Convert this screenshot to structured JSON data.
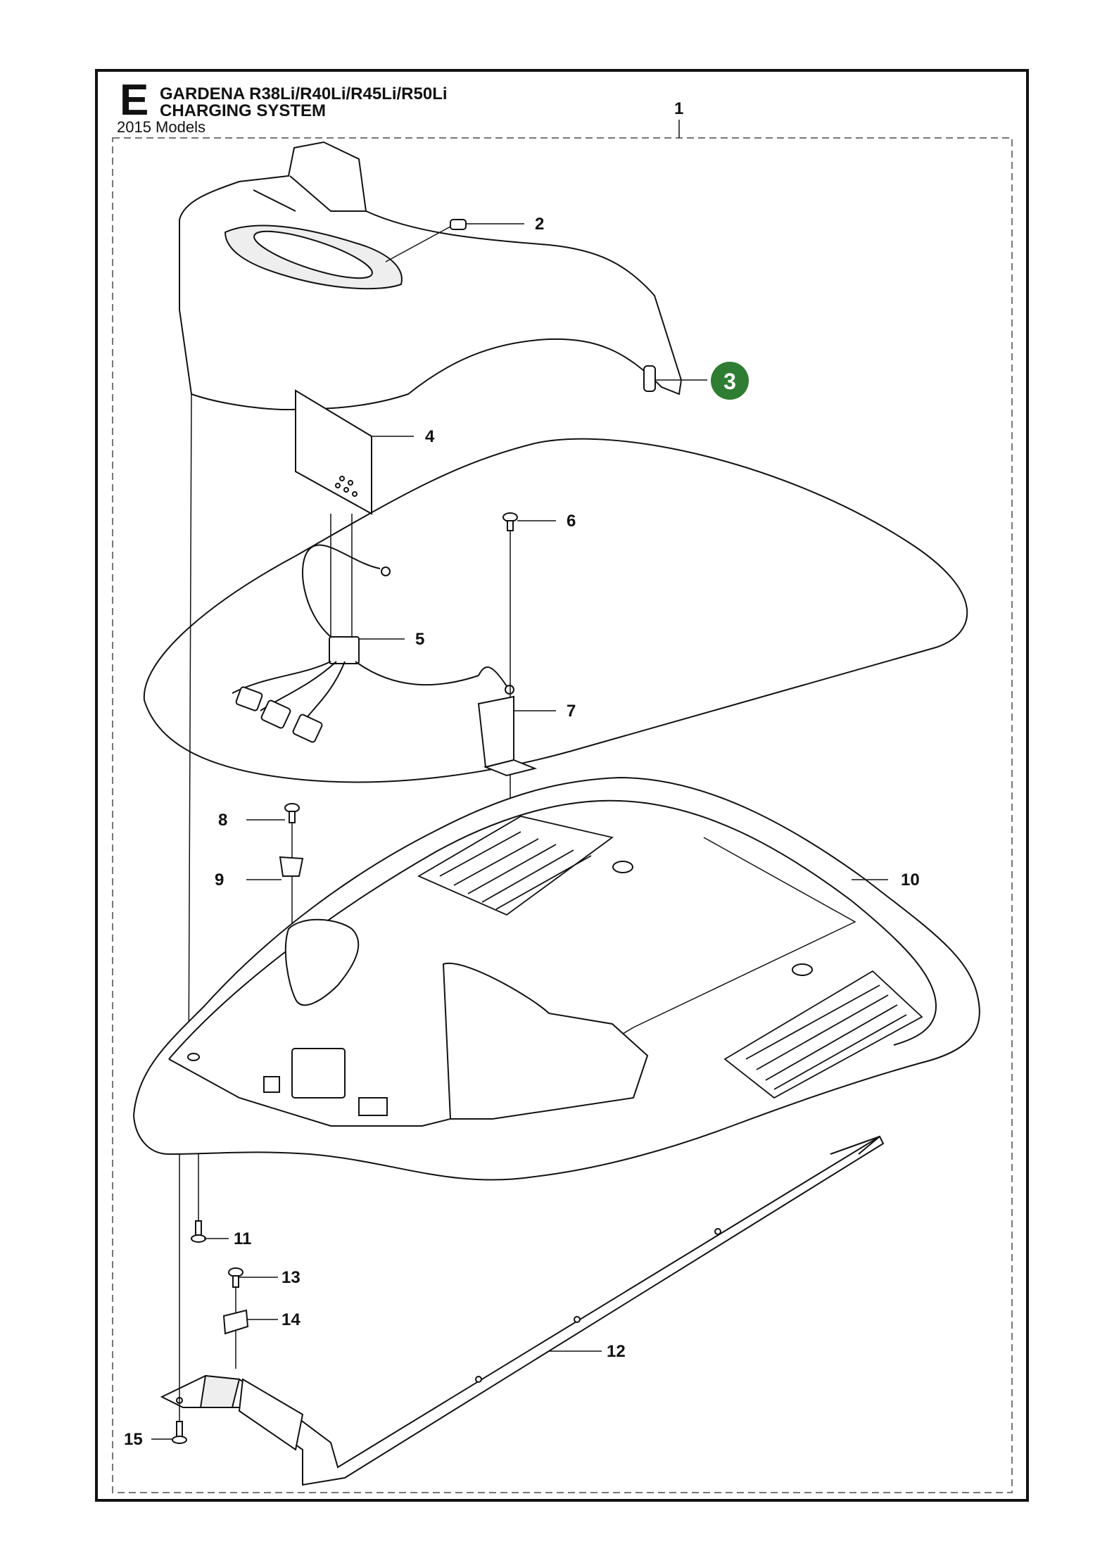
{
  "header": {
    "section_letter": "E",
    "title_line1": "GARDENA R38Li/R40Li/R45Li/R50Li",
    "title_line2": "CHARGING SYSTEM",
    "subtitle": "2015 Models"
  },
  "colors": {
    "line": "#111111",
    "badge": "#2e7d32",
    "badge_text": "#ffffff"
  },
  "callouts": [
    {
      "id": "1",
      "label": "1"
    },
    {
      "id": "2",
      "label": "2"
    },
    {
      "id": "3",
      "label": "3",
      "highlight": true
    },
    {
      "id": "4",
      "label": "4"
    },
    {
      "id": "5",
      "label": "5"
    },
    {
      "id": "6",
      "label": "6"
    },
    {
      "id": "7",
      "label": "7"
    },
    {
      "id": "8",
      "label": "8"
    },
    {
      "id": "9",
      "label": "9"
    },
    {
      "id": "10",
      "label": "10"
    },
    {
      "id": "11",
      "label": "11"
    },
    {
      "id": "12",
      "label": "12"
    },
    {
      "id": "13",
      "label": "13"
    },
    {
      "id": "14",
      "label": "14"
    },
    {
      "id": "15",
      "label": "15"
    }
  ]
}
